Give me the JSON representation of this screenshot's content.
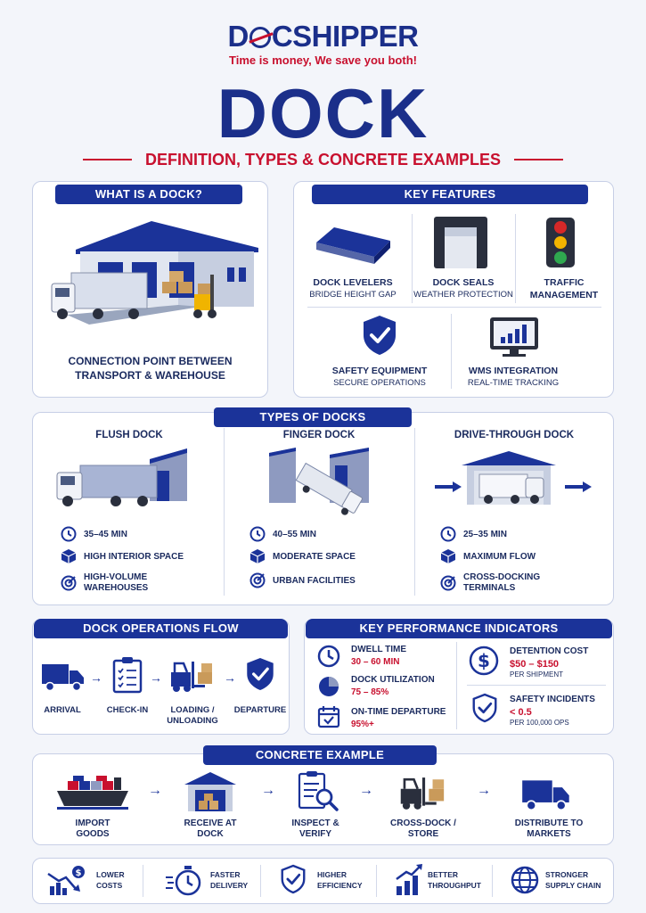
{
  "brand": {
    "name_a": "D",
    "name_b": "CSHIPPER",
    "tagline": "Time is money, We save you both!"
  },
  "title": "DOCK",
  "subtitle": "DEFINITION, TYPES & CONCRETE EXAMPLES",
  "what_is": {
    "heading": "WHAT IS A DOCK?",
    "caption_1": "CONNECTION POINT BETWEEN",
    "caption_2": "TRANSPORT & WAREHOUSE"
  },
  "key_features": {
    "heading": "KEY FEATURES",
    "items": [
      {
        "title": "DOCK LEVELERS",
        "sub": "BRIDGE HEIGHT GAP",
        "icon": "dock-leveler-icon"
      },
      {
        "title": "DOCK SEALS",
        "sub": "WEATHER PROTECTION",
        "icon": "dock-seal-icon"
      },
      {
        "title": "TRAFFIC",
        "sub": "MANAGEMENT",
        "icon": "traffic-light-icon"
      },
      {
        "title": "SAFETY EQUIPMENT",
        "sub": "SECURE OPERATIONS",
        "icon": "shield-check-icon"
      },
      {
        "title": "WMS INTEGRATION",
        "sub": "REAL-TIME TRACKING",
        "icon": "monitor-chart-icon"
      }
    ]
  },
  "types": {
    "heading": "TYPES OF DOCKS",
    "items": [
      {
        "name": "FLUSH DOCK",
        "time": "35–45 MIN",
        "space": "HIGH INTERIOR SPACE",
        "use_1": "HIGH-VOLUME",
        "use_2": "WAREHOUSES"
      },
      {
        "name": "FINGER DOCK",
        "time": "40–55 MIN",
        "space": "MODERATE SPACE",
        "use_1": "URBAN FACILITIES",
        "use_2": ""
      },
      {
        "name": "DRIVE-THROUGH DOCK",
        "time": "25–35 MIN",
        "space": "MAXIMUM FLOW",
        "use_1": "CROSS-DOCKING",
        "use_2": "TERMINALS"
      }
    ]
  },
  "flow": {
    "heading": "DOCK OPERATIONS FLOW",
    "steps": [
      {
        "l1": "ARRIVAL",
        "l2": "",
        "icon": "truck-icon"
      },
      {
        "l1": "CHECK-IN",
        "l2": "",
        "icon": "clipboard-icon"
      },
      {
        "l1": "LOADING /",
        "l2": "UNLOADING",
        "icon": "forklift-icon"
      },
      {
        "l1": "DEPARTURE",
        "l2": "",
        "icon": "shield-check-icon"
      }
    ]
  },
  "kpi": {
    "heading": "KEY PERFORMANCE INDICATORS",
    "dwell": {
      "title": "DWELL TIME",
      "value": "30 – 60 MIN"
    },
    "util": {
      "title": "DOCK UTILIZATION",
      "value": "75 – 85%"
    },
    "ontime": {
      "title": "ON-TIME DEPARTURE",
      "value": "95%+"
    },
    "detention": {
      "title": "DETENTION COST",
      "value": "$50 – $150",
      "sub": "PER SHIPMENT"
    },
    "safety": {
      "title": "SAFETY INCIDENTS",
      "value": "< 0.5",
      "sub": "PER 100,000 OPS"
    }
  },
  "example": {
    "heading": "CONCRETE EXAMPLE",
    "steps": [
      {
        "l1": "IMPORT",
        "l2": "GOODS"
      },
      {
        "l1": "RECEIVE AT",
        "l2": "DOCK"
      },
      {
        "l1": "INSPECT &",
        "l2": "VERIFY"
      },
      {
        "l1": "CROSS-DOCK /",
        "l2": "STORE"
      },
      {
        "l1": "DISTRIBUTE TO",
        "l2": "MARKETS"
      }
    ]
  },
  "benefits": [
    {
      "l1": "LOWER",
      "l2": "COSTS"
    },
    {
      "l1": "FASTER",
      "l2": "DELIVERY"
    },
    {
      "l1": "HIGHER",
      "l2": "EFFICIENCY"
    },
    {
      "l1": "BETTER",
      "l2": "THROUGHPUT"
    },
    {
      "l1": "STRONGER",
      "l2": "SUPPLY CHAIN"
    }
  ],
  "colors": {
    "navy": "#1b3399",
    "red": "#c8102e",
    "text": "#1a2a5e"
  }
}
